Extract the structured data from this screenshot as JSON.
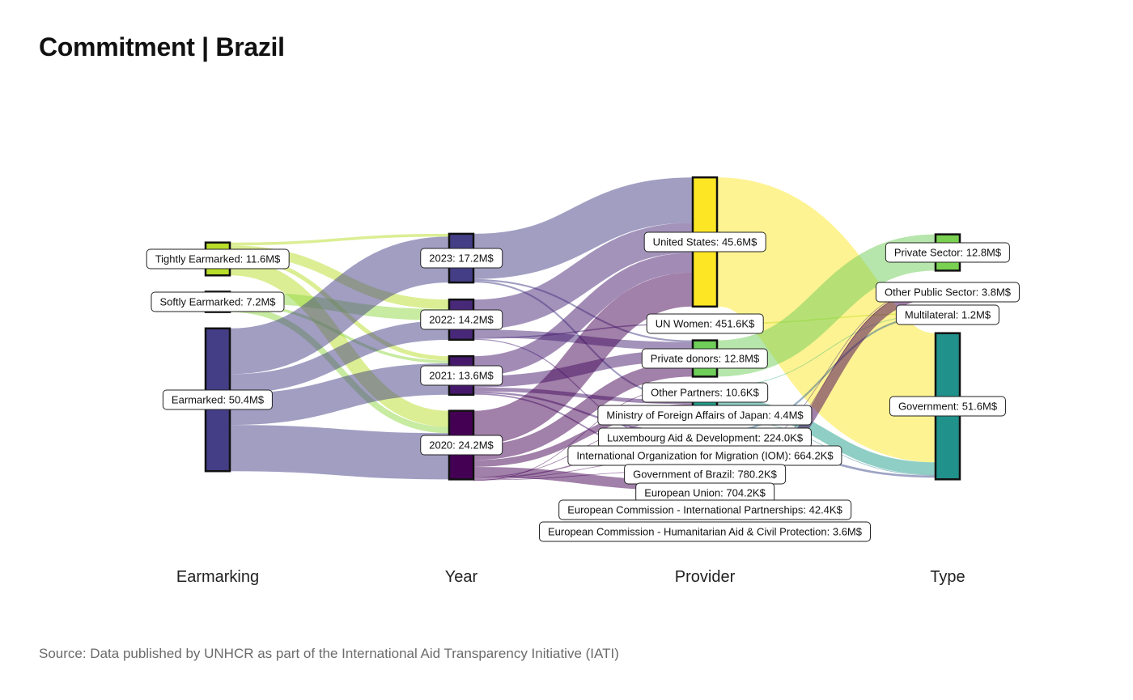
{
  "title": "Commitment | Brazil",
  "source": "Source: Data published by UNHCR as part of the International  Aid Transparency Initiative (IATI)",
  "chart_data": {
    "type": "sankey",
    "unit": "$",
    "columns": [
      "Earmarking",
      "Year",
      "Provider",
      "Type"
    ],
    "nodes": [
      {
        "id": "tight",
        "column": 0,
        "label": "Tightly Earmarked: 11.6M$",
        "value": 11.6,
        "color": "#b8de29"
      },
      {
        "id": "soft",
        "column": 0,
        "label": "Softly Earmarked: 7.2M$",
        "value": 7.2,
        "color": "#8fd744"
      },
      {
        "id": "earm",
        "column": 0,
        "label": "Earmarked: 50.4M$",
        "value": 50.4,
        "color": "#433e85"
      },
      {
        "id": "y2023",
        "column": 1,
        "label": "2023: 17.2M$",
        "value": 17.2,
        "color": "#433e85"
      },
      {
        "id": "y2022",
        "column": 1,
        "label": "2022: 14.2M$",
        "value": 14.2,
        "color": "#482878"
      },
      {
        "id": "y2021",
        "column": 1,
        "label": "2021: 13.6M$",
        "value": 13.6,
        "color": "#46186b"
      },
      {
        "id": "y2020",
        "column": 1,
        "label": "2020: 24.2M$",
        "value": 24.2,
        "color": "#440154"
      },
      {
        "id": "us",
        "column": 2,
        "label": "United States: 45.6M$",
        "value": 45.6,
        "color": "#fde725"
      },
      {
        "id": "unwomen",
        "column": 2,
        "label": "UN Women: 451.6K$",
        "value": 0.45,
        "color": "#c2df23"
      },
      {
        "id": "private",
        "column": 2,
        "label": "Private donors: 12.8M$",
        "value": 12.8,
        "color": "#6ece58"
      },
      {
        "id": "other",
        "column": 2,
        "label": "Other Partners: 10.6K$",
        "value": 0.01,
        "color": "#35b779"
      },
      {
        "id": "japan",
        "column": 2,
        "label": "Ministry of Foreign Affairs of Japan: 4.4M$",
        "value": 4.4,
        "color": "#1f9e89"
      },
      {
        "id": "lux",
        "column": 2,
        "label": "Luxembourg Aid & Development: 224.0K$",
        "value": 0.22,
        "color": "#26828e"
      },
      {
        "id": "iom",
        "column": 2,
        "label": "International Organization for Migration (IOM): 664.2K$",
        "value": 0.66,
        "color": "#31688e"
      },
      {
        "id": "govbr",
        "column": 2,
        "label": "Government of Brazil: 780.2K$",
        "value": 0.78,
        "color": "#3e4989"
      },
      {
        "id": "eu",
        "column": 2,
        "label": "European Union: 704.2K$",
        "value": 0.7,
        "color": "#482878"
      },
      {
        "id": "ecip",
        "column": 2,
        "label": "European Commission - International Partnerships: 42.4K$",
        "value": 0.04,
        "color": "#440154"
      },
      {
        "id": "echo",
        "column": 2,
        "label": "European Commission - Humanitarian Aid & Civil Protection: 3.6M$",
        "value": 3.6,
        "color": "#440154"
      },
      {
        "id": "privsec",
        "column": 3,
        "label": "Private Sector: 12.8M$",
        "value": 12.8,
        "color": "#7ad151"
      },
      {
        "id": "otherpub",
        "column": 3,
        "label": "Other Public Sector: 3.8M$",
        "value": 3.8,
        "color": "#414487"
      },
      {
        "id": "multi",
        "column": 3,
        "label": "Multilateral: 1.2M$",
        "value": 1.2,
        "color": "#2a788e"
      },
      {
        "id": "gov",
        "column": 3,
        "label": "Government: 51.6M$",
        "value": 51.6,
        "color": "#21918c"
      }
    ],
    "links": [
      {
        "source": "tight",
        "target": "y2023",
        "value": 1.0
      },
      {
        "source": "tight",
        "target": "y2022",
        "value": 3.4
      },
      {
        "source": "tight",
        "target": "y2021",
        "value": 1.5
      },
      {
        "source": "tight",
        "target": "y2020",
        "value": 5.7
      },
      {
        "source": "soft",
        "target": "y2022",
        "value": 4.0
      },
      {
        "source": "soft",
        "target": "y2021",
        "value": 1.0
      },
      {
        "source": "soft",
        "target": "y2020",
        "value": 2.2
      },
      {
        "source": "earm",
        "target": "y2023",
        "value": 16.2
      },
      {
        "source": "earm",
        "target": "y2022",
        "value": 6.8
      },
      {
        "source": "earm",
        "target": "y2021",
        "value": 11.1
      },
      {
        "source": "earm",
        "target": "y2020",
        "value": 16.3
      },
      {
        "source": "y2023",
        "target": "us",
        "value": 16.0
      },
      {
        "source": "y2023",
        "target": "private",
        "value": 0.6
      },
      {
        "source": "y2023",
        "target": "japan",
        "value": 0.6
      },
      {
        "source": "y2022",
        "target": "us",
        "value": 10.6
      },
      {
        "source": "y2022",
        "target": "private",
        "value": 2.8
      },
      {
        "source": "y2022",
        "target": "unwomen",
        "value": 0.45
      },
      {
        "source": "y2022",
        "target": "govbr",
        "value": 0.35
      },
      {
        "source": "y2021",
        "target": "us",
        "value": 7.0
      },
      {
        "source": "y2021",
        "target": "private",
        "value": 4.0
      },
      {
        "source": "y2021",
        "target": "japan",
        "value": 1.4
      },
      {
        "source": "y2021",
        "target": "iom",
        "value": 0.66
      },
      {
        "source": "y2021",
        "target": "eu",
        "value": 0.5
      },
      {
        "source": "y2020",
        "target": "us",
        "value": 12.0
      },
      {
        "source": "y2020",
        "target": "private",
        "value": 5.4
      },
      {
        "source": "y2020",
        "target": "japan",
        "value": 2.4
      },
      {
        "source": "y2020",
        "target": "echo",
        "value": 3.6
      },
      {
        "source": "y2020",
        "target": "lux",
        "value": 0.22
      },
      {
        "source": "y2020",
        "target": "govbr",
        "value": 0.43
      },
      {
        "source": "y2020",
        "target": "eu",
        "value": 0.2
      },
      {
        "source": "y2020",
        "target": "ecip",
        "value": 0.04
      },
      {
        "source": "y2020",
        "target": "other",
        "value": 0.01
      },
      {
        "source": "us",
        "target": "gov",
        "value": 45.6
      },
      {
        "source": "unwomen",
        "target": "multi",
        "value": 0.45
      },
      {
        "source": "private",
        "target": "privsec",
        "value": 12.8
      },
      {
        "source": "other",
        "target": "multi",
        "value": 0.01
      },
      {
        "source": "japan",
        "target": "gov",
        "value": 4.4
      },
      {
        "source": "lux",
        "target": "gov",
        "value": 0.22
      },
      {
        "source": "iom",
        "target": "multi",
        "value": 0.66
      },
      {
        "source": "govbr",
        "target": "gov",
        "value": 0.78
      },
      {
        "source": "eu",
        "target": "otherpub",
        "value": 0.2
      },
      {
        "source": "ecip",
        "target": "otherpub",
        "value": 0.04
      },
      {
        "source": "echo",
        "target": "otherpub",
        "value": 3.6
      }
    ]
  }
}
